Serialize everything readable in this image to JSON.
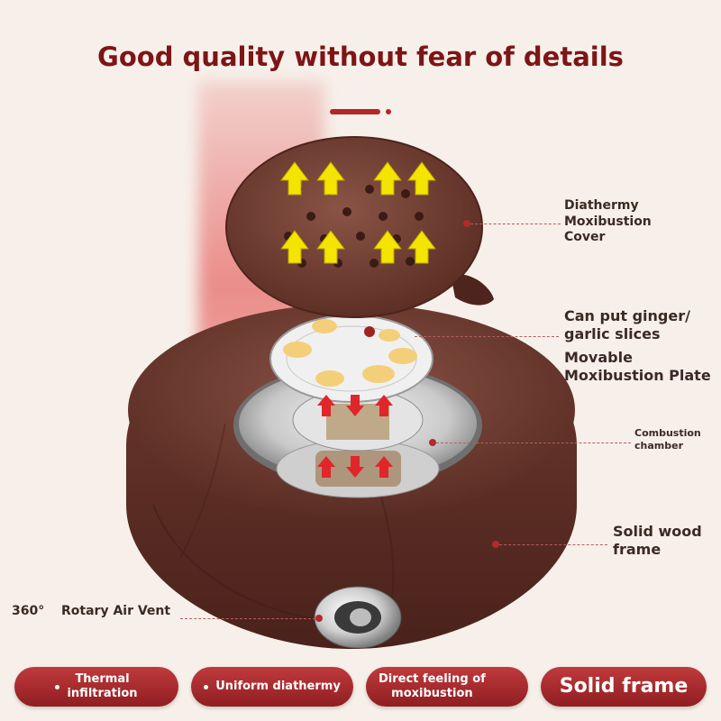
{
  "title": "Good quality without fear of details",
  "callouts": {
    "cover": [
      "Diathermy",
      "Moxibustion",
      "Cover"
    ],
    "ginger": [
      "Can put ginger/",
      "garlic slices"
    ],
    "plate": [
      "Movable",
      "Moxibustion Plate"
    ],
    "combustion": [
      "Combustion",
      "chamber"
    ],
    "frame": [
      "Solid wood",
      "frame"
    ],
    "vent_degree": "360°",
    "vent": "Rotary Air Vent"
  },
  "features": [
    {
      "label_lines": [
        "Thermal",
        "infiltration"
      ]
    },
    {
      "label": "Uniform diathermy"
    },
    {
      "label_lines": [
        "Direct feeling of",
        "moxibustion"
      ]
    },
    {
      "label": "Solid frame"
    }
  ],
  "colors": {
    "accent": "#b3262a",
    "title": "#7d1516",
    "cushion": "#6b3a30",
    "arrow_yellow": "#f5e400",
    "arrow_red": "#e0262a"
  }
}
